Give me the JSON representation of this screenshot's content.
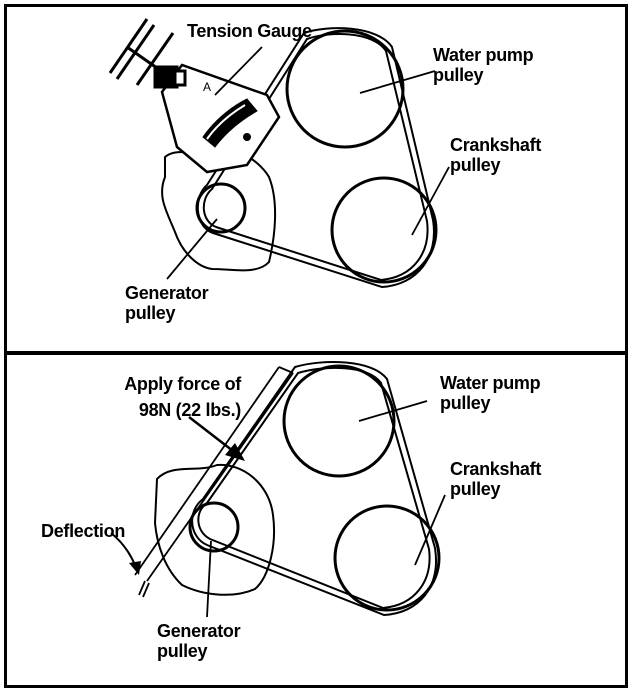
{
  "top_panel": {
    "tension_gauge": "Tension Gauge",
    "water_pump_pulley": "Water pump\npulley",
    "crankshaft_pulley": "Crankshaft\npulley",
    "generator_pulley": "Generator\npulley"
  },
  "bottom_panel": {
    "apply_force": "Apply force of\n98N (22 lbs.)",
    "deflection": "Deflection",
    "water_pump_pulley": "Water pump\npulley",
    "crankshaft_pulley": "Crankshaft\npulley",
    "generator_pulley": "Generator\npulley"
  }
}
